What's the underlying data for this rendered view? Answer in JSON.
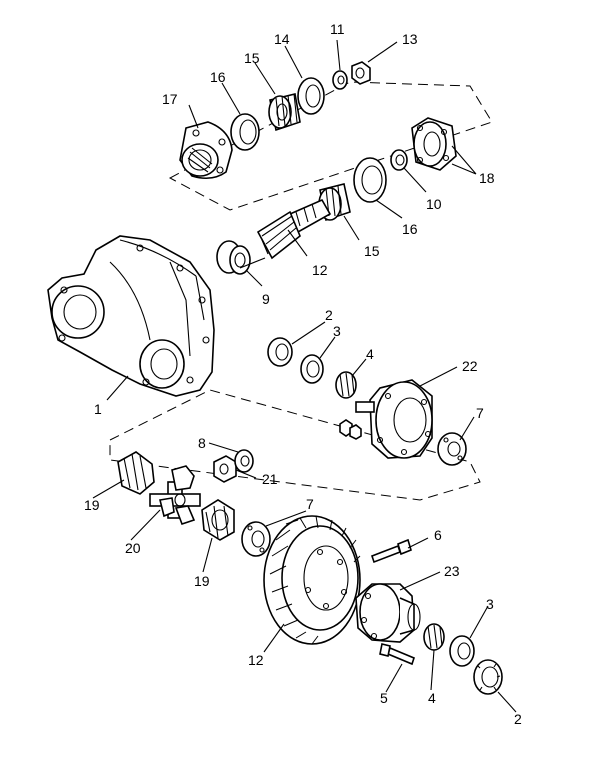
{
  "callouts": [
    {
      "id": "c1",
      "label": "1"
    },
    {
      "id": "c2a",
      "label": "2"
    },
    {
      "id": "c2b",
      "label": "2"
    },
    {
      "id": "c3a",
      "label": "3"
    },
    {
      "id": "c3b",
      "label": "3"
    },
    {
      "id": "c4a",
      "label": "4"
    },
    {
      "id": "c4b",
      "label": "4"
    },
    {
      "id": "c5",
      "label": "5"
    },
    {
      "id": "c6",
      "label": "6"
    },
    {
      "id": "c7a",
      "label": "7"
    },
    {
      "id": "c7b",
      "label": "7"
    },
    {
      "id": "c8",
      "label": "8"
    },
    {
      "id": "c9",
      "label": "9"
    },
    {
      "id": "c10",
      "label": "10"
    },
    {
      "id": "c11",
      "label": "11"
    },
    {
      "id": "c12a",
      "label": "12"
    },
    {
      "id": "c12b",
      "label": "12"
    },
    {
      "id": "c13",
      "label": "13"
    },
    {
      "id": "c14",
      "label": "14"
    },
    {
      "id": "c15a",
      "label": "15"
    },
    {
      "id": "c15b",
      "label": "15"
    },
    {
      "id": "c16a",
      "label": "16"
    },
    {
      "id": "c16b",
      "label": "16"
    },
    {
      "id": "c17",
      "label": "17"
    },
    {
      "id": "c18",
      "label": "18"
    },
    {
      "id": "c19a",
      "label": "19"
    },
    {
      "id": "c19b",
      "label": "19"
    },
    {
      "id": "c20",
      "label": "20"
    },
    {
      "id": "c21",
      "label": "21"
    },
    {
      "id": "c22",
      "label": "22"
    },
    {
      "id": "c23",
      "label": "23"
    }
  ]
}
